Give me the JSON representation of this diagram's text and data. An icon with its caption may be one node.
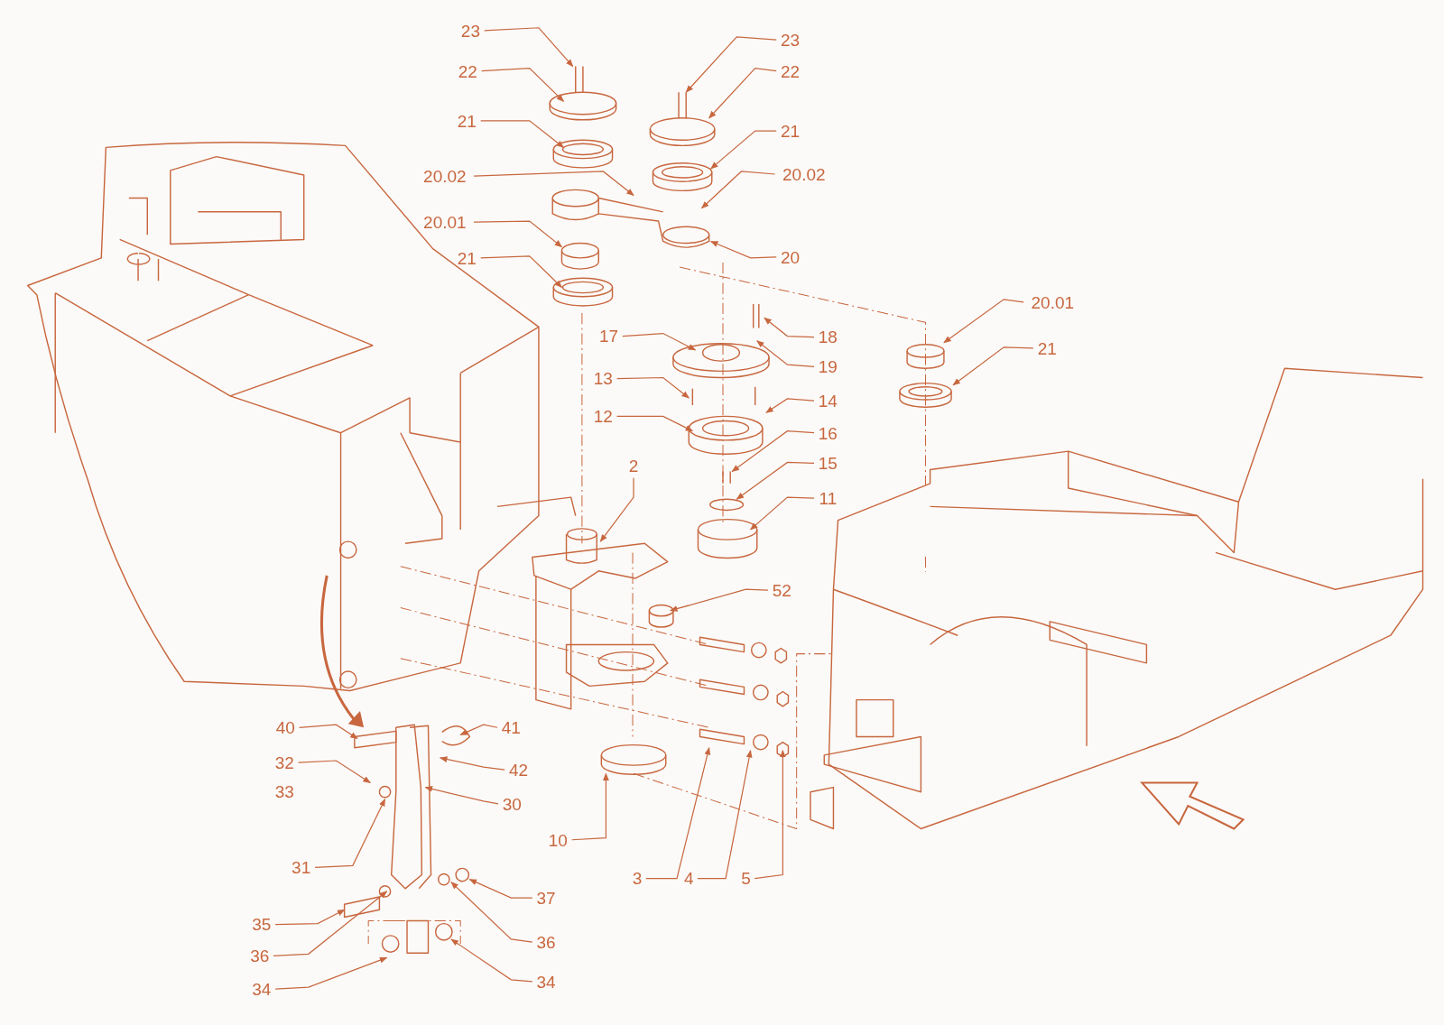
{
  "diagram": {
    "nodes": [
      {
        "text": [
          "23"
        ]
      },
      {
        "text": [
          "22"
        ]
      },
      {
        "text": [
          "21"
        ]
      },
      {
        "text": [
          "20.02"
        ]
      },
      {
        "text": [
          "20.01"
        ]
      },
      {
        "text": [
          "21"
        ]
      },
      {
        "text": [
          "23"
        ]
      },
      {
        "text": [
          "22"
        ]
      },
      {
        "text": [
          "21"
        ]
      },
      {
        "text": [
          "20.02"
        ]
      },
      {
        "text": [
          "20"
        ]
      },
      {
        "text": [
          "17"
        ]
      },
      {
        "text": [
          "18"
        ]
      },
      {
        "text": [
          "19"
        ]
      },
      {
        "text": [
          "13"
        ]
      },
      {
        "text": [
          "14"
        ]
      },
      {
        "text": [
          "12"
        ]
      },
      {
        "text": [
          "16"
        ]
      },
      {
        "text": [
          "15"
        ]
      },
      {
        "text": [
          "2"
        ]
      },
      {
        "text": [
          "11"
        ]
      },
      {
        "text": [
          "52"
        ]
      },
      {
        "text": [
          "20.01"
        ]
      },
      {
        "text": [
          "21"
        ]
      },
      {
        "text": [
          "40"
        ]
      },
      {
        "text": [
          "41"
        ]
      },
      {
        "text": [
          "42"
        ]
      },
      {
        "text": [
          "32"
        ]
      },
      {
        "text": [
          "30"
        ]
      },
      {
        "text": [
          "31"
        ]
      },
      {
        "text": [
          "10"
        ]
      },
      {
        "text": [
          "3"
        ]
      },
      {
        "text": [
          "4"
        ]
      },
      {
        "text": [
          "5"
        ]
      },
      {
        "text": [
          "37"
        ]
      },
      {
        "text": [
          "35"
        ]
      },
      {
        "text": [
          "36"
        ]
      },
      {
        "text": [
          "36"
        ]
      },
      {
        "text": [
          "34"
        ]
      },
      {
        "text": [
          "34"
        ]
      }
    ],
    "edges": [
      {
        "from": 0,
        "to": null,
        "arrow": "to"
      },
      {
        "from": 1,
        "to": null,
        "arrow": "to"
      },
      {
        "from": 2,
        "to": null,
        "arrow": "to"
      },
      {
        "from": 3,
        "to": null,
        "arrow": "to"
      },
      {
        "from": 4,
        "to": null,
        "arrow": "to"
      },
      {
        "from": 5,
        "to": null,
        "arrow": "to"
      },
      {
        "from": 6,
        "to": null,
        "arrow": "to"
      },
      {
        "from": 7,
        "to": null,
        "arrow": "to"
      },
      {
        "from": 8,
        "to": null,
        "arrow": "to"
      },
      {
        "from": 9,
        "to": null,
        "arrow": "to"
      },
      {
        "from": 10,
        "to": null,
        "arrow": "to"
      },
      {
        "from": 11,
        "to": null,
        "arrow": "to"
      },
      {
        "from": 12,
        "to": null,
        "arrow": "to"
      },
      {
        "from": 13,
        "to": null,
        "arrow": "to"
      },
      {
        "from": 14,
        "to": null,
        "arrow": "to"
      },
      {
        "from": 15,
        "to": null,
        "arrow": "to"
      },
      {
        "from": 16,
        "to": null,
        "arrow": "to"
      },
      {
        "from": 17,
        "to": null,
        "arrow": "to"
      },
      {
        "from": 18,
        "to": null,
        "arrow": "to"
      },
      {
        "from": 19,
        "to": null,
        "arrow": "to"
      },
      {
        "from": 20,
        "to": null,
        "arrow": "to"
      },
      {
        "from": 21,
        "to": null,
        "arrow": "to"
      },
      {
        "from": 22,
        "to": null,
        "arrow": "to"
      },
      {
        "from": 23,
        "to": null,
        "arrow": "to"
      },
      {
        "from": 24,
        "to": null,
        "arrow": "to"
      },
      {
        "from": 25,
        "to": null,
        "arrow": "to"
      },
      {
        "from": 26,
        "to": null,
        "arrow": "to"
      },
      {
        "from": 27,
        "to": null,
        "arrow": "to"
      },
      {
        "from": 28,
        "to": null,
        "arrow": "to"
      },
      {
        "from": 29,
        "to": null,
        "arrow": "to"
      },
      {
        "from": 30,
        "to": null,
        "arrow": "to"
      },
      {
        "from": 31,
        "to": null,
        "arrow": "to"
      },
      {
        "from": 32,
        "to": null,
        "arrow": "to"
      },
      {
        "from": 33,
        "to": null,
        "arrow": "to"
      },
      {
        "from": 34,
        "to": null,
        "arrow": "to"
      },
      {
        "from": 35,
        "to": null,
        "arrow": "to"
      },
      {
        "from": 36,
        "to": null,
        "arrow": "to"
      },
      {
        "from": 37,
        "to": null,
        "arrow": "to"
      },
      {
        "from": 38,
        "to": null,
        "arrow": "to"
      },
      {
        "from": 39,
        "to": null,
        "arrow": "to"
      }
    ],
    "labels": [
      "33"
    ]
  }
}
